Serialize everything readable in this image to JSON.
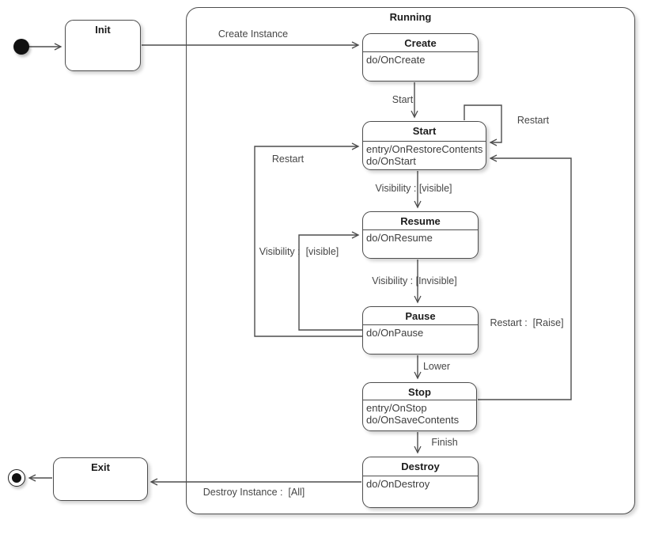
{
  "diagram": {
    "composite": {
      "title": "Running"
    },
    "states": {
      "init": {
        "title": "Init"
      },
      "create": {
        "title": "Create",
        "body": [
          "do/OnCreate"
        ]
      },
      "start": {
        "title": "Start",
        "body": [
          "entry/OnRestoreContents",
          "do/OnStart"
        ]
      },
      "resume": {
        "title": "Resume",
        "body": [
          "do/OnResume"
        ]
      },
      "pause": {
        "title": "Pause",
        "body": [
          "do/OnPause"
        ]
      },
      "stop": {
        "title": "Stop",
        "body": [
          "entry/OnStop",
          "do/OnSaveContents"
        ]
      },
      "destroy": {
        "title": "Destroy",
        "body": [
          "do/OnDestroy"
        ]
      },
      "exit": {
        "title": "Exit"
      }
    },
    "labels": {
      "create_instance": "Create Instance",
      "start": "Start",
      "restart_self": "Restart",
      "restart_left": "Restart",
      "visibility_visible": "Visibility : [visible]",
      "visibility_visible_left": "Visibility :  [visible]",
      "visibility_invisible": "Visibility : [Invisible]",
      "restart_raise": "Restart :  [Raise]",
      "lower": "Lower",
      "finish": "Finish",
      "destroy_instance": "Destroy Instance :  [All]"
    },
    "colors": {
      "line": "#4d4d4d",
      "state_border": "#4d4d4d",
      "state_fill": "#ffffff",
      "title_text": "#1c1c1c",
      "body_text": "#3d3d3d",
      "label_text": "#464646"
    }
  }
}
